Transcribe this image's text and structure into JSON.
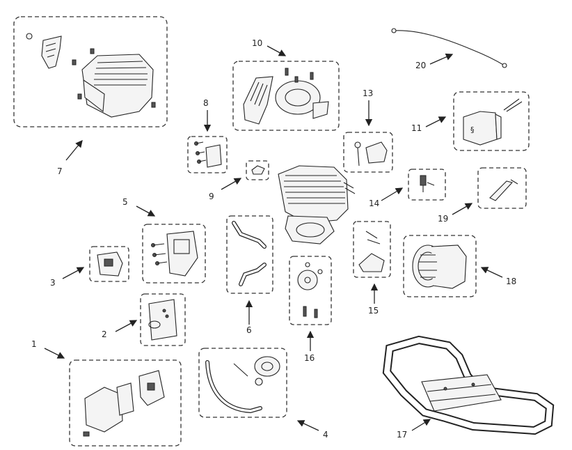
{
  "callouts": [
    "1",
    "2",
    "3",
    "4",
    "5",
    "6",
    "7",
    "8",
    "9",
    "10",
    "11",
    "13",
    "14",
    "15",
    "16",
    "17",
    "18",
    "19",
    "20"
  ],
  "colors": {
    "ink": "#222222",
    "paper": "#ffffff"
  }
}
